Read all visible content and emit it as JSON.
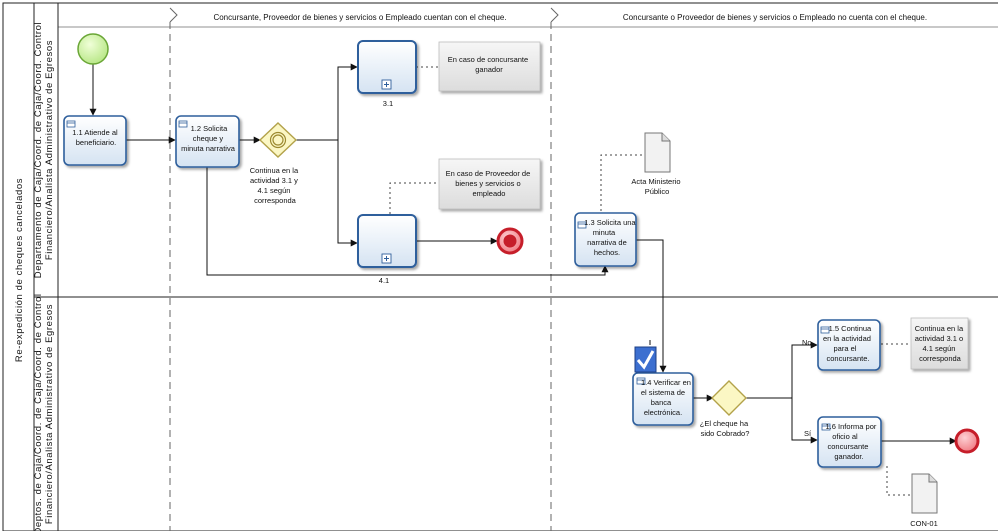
{
  "pool_title": "Re-expedición de cheques cancelados",
  "lanes": [
    "Departamento de Caja/Coord. de Caja/Coord. Control Financiero/Analista Administrativo de Egresos",
    "Deptos. de Caja/Coord. de Caja/Coord. de Control Financiero/Analista Administrativo de Egresos"
  ],
  "phases": [
    "Concursante, Proveedor de bienes y servicios o Empleado cuentan con el cheque.",
    "Concursante o Proveedor de bienes y servicios o Empleado no cuenta con el cheque."
  ],
  "tasks": {
    "t11": [
      "1.1 Atiende al",
      "beneficiario."
    ],
    "t12": [
      "1.2 Solicita",
      "cheque  y",
      "minuta narrativa"
    ],
    "t13": [
      "1.3 Solicita una",
      "minuta",
      "narrativa de",
      "hechos."
    ],
    "t14": [
      "1.4 Verificar en",
      "el sistema de",
      "banca",
      "electrónica."
    ],
    "t15": [
      "1.5 Continua",
      "en la actividad",
      "para el",
      "concursante."
    ],
    "t16": [
      "1.6 Informa por",
      "oficio al",
      "concursante",
      "ganador."
    ]
  },
  "subprocesses": {
    "sp31": "3.1",
    "sp41": "4.1"
  },
  "annotations": {
    "a1": [
      "En caso de concursante",
      "ganador"
    ],
    "a2": [
      "En caso de Proveedor de",
      "bienes y servicios o",
      "empleado"
    ],
    "a3": [
      "Continua en la",
      "actividad 3.1 o",
      "4.1 según",
      "corresponda"
    ]
  },
  "gateway1_text": [
    "Continua en la",
    "actividad 3.1 y",
    "4.1 según",
    "corresponda"
  ],
  "gateway2_text": [
    "¿El cheque ha",
    "sido Cobrado?"
  ],
  "labels": {
    "no": "No",
    "si": "Sí",
    "edge_41": "4.1"
  },
  "documents": {
    "d1": [
      "Acta Ministerio",
      "Público"
    ],
    "d2": [
      "CON-01"
    ]
  },
  "colors": {
    "task_fill": "#dfe9f4",
    "task_stroke": "#2f5f9c",
    "start_fill": "#c9ef9e",
    "start_stroke": "#6aa636",
    "end_fill": "#f58d94",
    "end_stroke": "#c61e2a",
    "gateway_fill": "#fbf7c4",
    "gateway_stroke": "#b3a24a",
    "annotation_fill": "#ececec",
    "check_fill": "#3c6fd0"
  }
}
